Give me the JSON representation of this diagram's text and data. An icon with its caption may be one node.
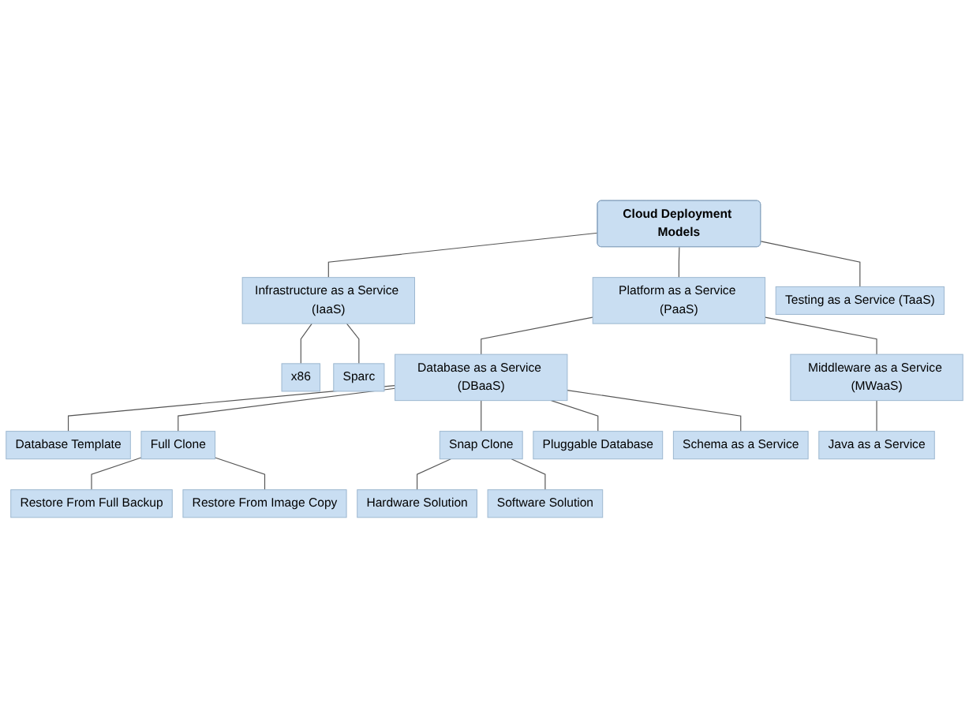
{
  "diagram": {
    "nodes": [
      {
        "text": [
          "Cloud Deployment Models"
        ]
      },
      {
        "text": [
          "Infrastructure as a Service (IaaS)"
        ]
      },
      {
        "text": [
          "Platform as a Service (PaaS)"
        ]
      },
      {
        "text": [
          "Testing as a Service (TaaS)"
        ]
      },
      {
        "text": [
          "x86"
        ]
      },
      {
        "text": [
          "Sparc"
        ]
      },
      {
        "text": [
          "Database as a Service (DBaaS)"
        ]
      },
      {
        "text": [
          "Middleware as a Service (MWaaS)"
        ]
      },
      {
        "text": [
          "Database Template"
        ]
      },
      {
        "text": [
          "Full Clone"
        ]
      },
      {
        "text": [
          "Snap Clone"
        ]
      },
      {
        "text": [
          "Pluggable Database"
        ]
      },
      {
        "text": [
          "Schema as a Service"
        ]
      },
      {
        "text": [
          "Java as a Service"
        ]
      },
      {
        "text": [
          "Hardware Solution"
        ]
      },
      {
        "text": [
          "Software Solution"
        ]
      },
      {
        "text": [
          "Restore From Full Backup"
        ]
      },
      {
        "text": [
          "Restore From Image Copy"
        ]
      }
    ],
    "edges": [
      {
        "from": 0,
        "to": 1,
        "arrow": "none"
      },
      {
        "from": 0,
        "to": 2,
        "arrow": "none"
      },
      {
        "from": 0,
        "to": 3,
        "arrow": "none"
      },
      {
        "from": 1,
        "to": 4,
        "arrow": "none"
      },
      {
        "from": 1,
        "to": 5,
        "arrow": "none"
      },
      {
        "from": 2,
        "to": 6,
        "arrow": "none"
      },
      {
        "from": 2,
        "to": 7,
        "arrow": "none"
      },
      {
        "from": 6,
        "to": 8,
        "arrow": "none"
      },
      {
        "from": 6,
        "to": 9,
        "arrow": "none"
      },
      {
        "from": 6,
        "to": 10,
        "arrow": "none"
      },
      {
        "from": 6,
        "to": 11,
        "arrow": "none"
      },
      {
        "from": 6,
        "to": 12,
        "arrow": "none"
      },
      {
        "from": 7,
        "to": 13,
        "arrow": "none"
      },
      {
        "from": 10,
        "to": 14,
        "arrow": "none"
      },
      {
        "from": 10,
        "to": 15,
        "arrow": "none"
      },
      {
        "from": 9,
        "to": 16,
        "arrow": "none"
      },
      {
        "from": 9,
        "to": 17,
        "arrow": "none"
      }
    ]
  }
}
